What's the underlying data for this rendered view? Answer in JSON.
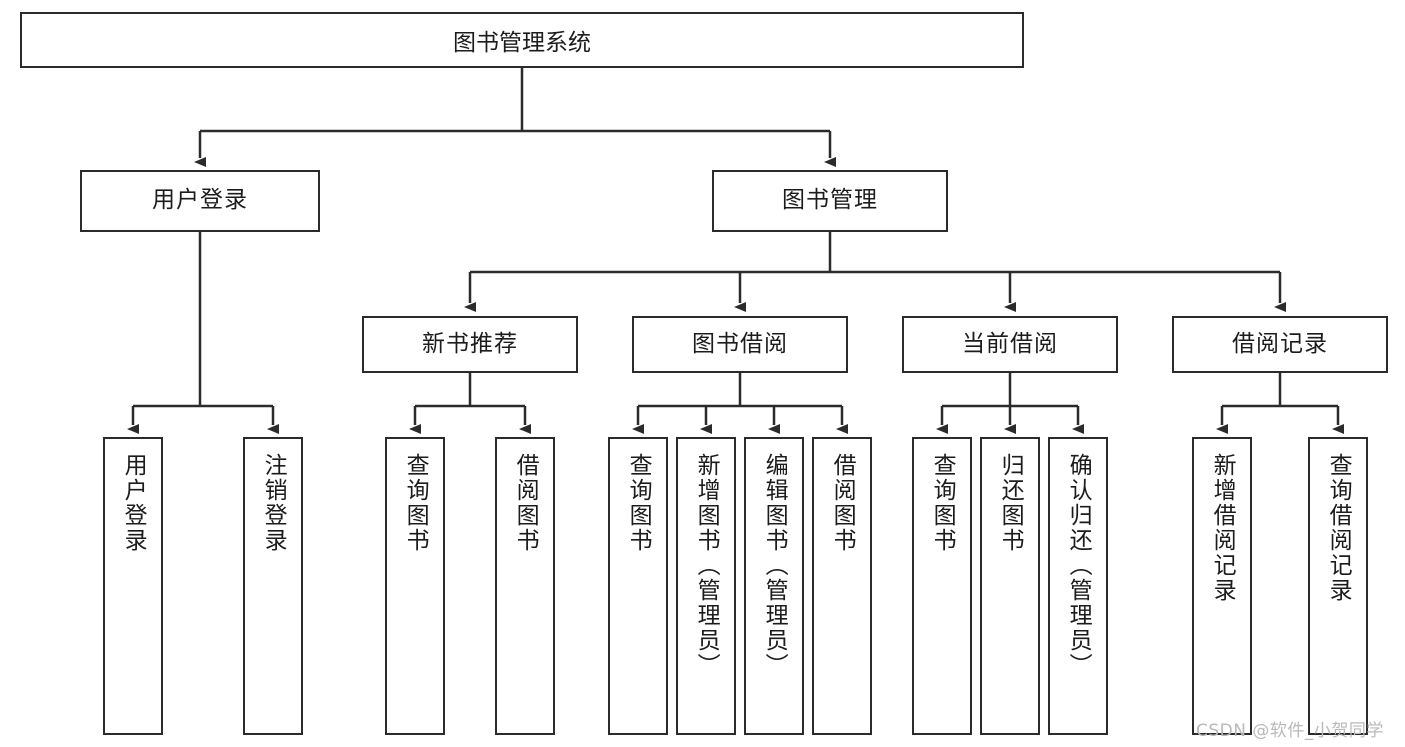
{
  "diagram": {
    "title": "图书管理系统",
    "watermark": "CSDN @软件_小贺同学",
    "stroke_color": "#2b2b2b",
    "background_color": "#ffffff",
    "text_color": "#1c1c1c",
    "watermark_color": "#b9b9b9"
  },
  "nodes": {
    "root": {
      "label": "图书管理系统"
    },
    "level2": [
      {
        "label": "用户登录"
      },
      {
        "label": "图书管理"
      }
    ],
    "level3": [
      {
        "label": "新书推荐"
      },
      {
        "label": "图书借阅"
      },
      {
        "label": "当前借阅"
      },
      {
        "label": "借阅记录"
      }
    ],
    "leaves": {
      "user_login": [
        {
          "label": "用户登录"
        },
        {
          "label": "注销登录"
        }
      ],
      "new_book_recommend": [
        {
          "label": "查询图书"
        },
        {
          "label": "借阅图书"
        }
      ],
      "book_borrow": [
        {
          "label": "查询图书"
        },
        {
          "label": "新增图书（管理员）"
        },
        {
          "label": "编辑图书（管理员）"
        },
        {
          "label": "借阅图书"
        }
      ],
      "current_borrow": [
        {
          "label": "查询图书"
        },
        {
          "label": "归还图书"
        },
        {
          "label": "确认归还（管理员）"
        }
      ],
      "borrow_record": [
        {
          "label": "新增借阅记录"
        },
        {
          "label": "查询借阅记录"
        }
      ]
    }
  }
}
